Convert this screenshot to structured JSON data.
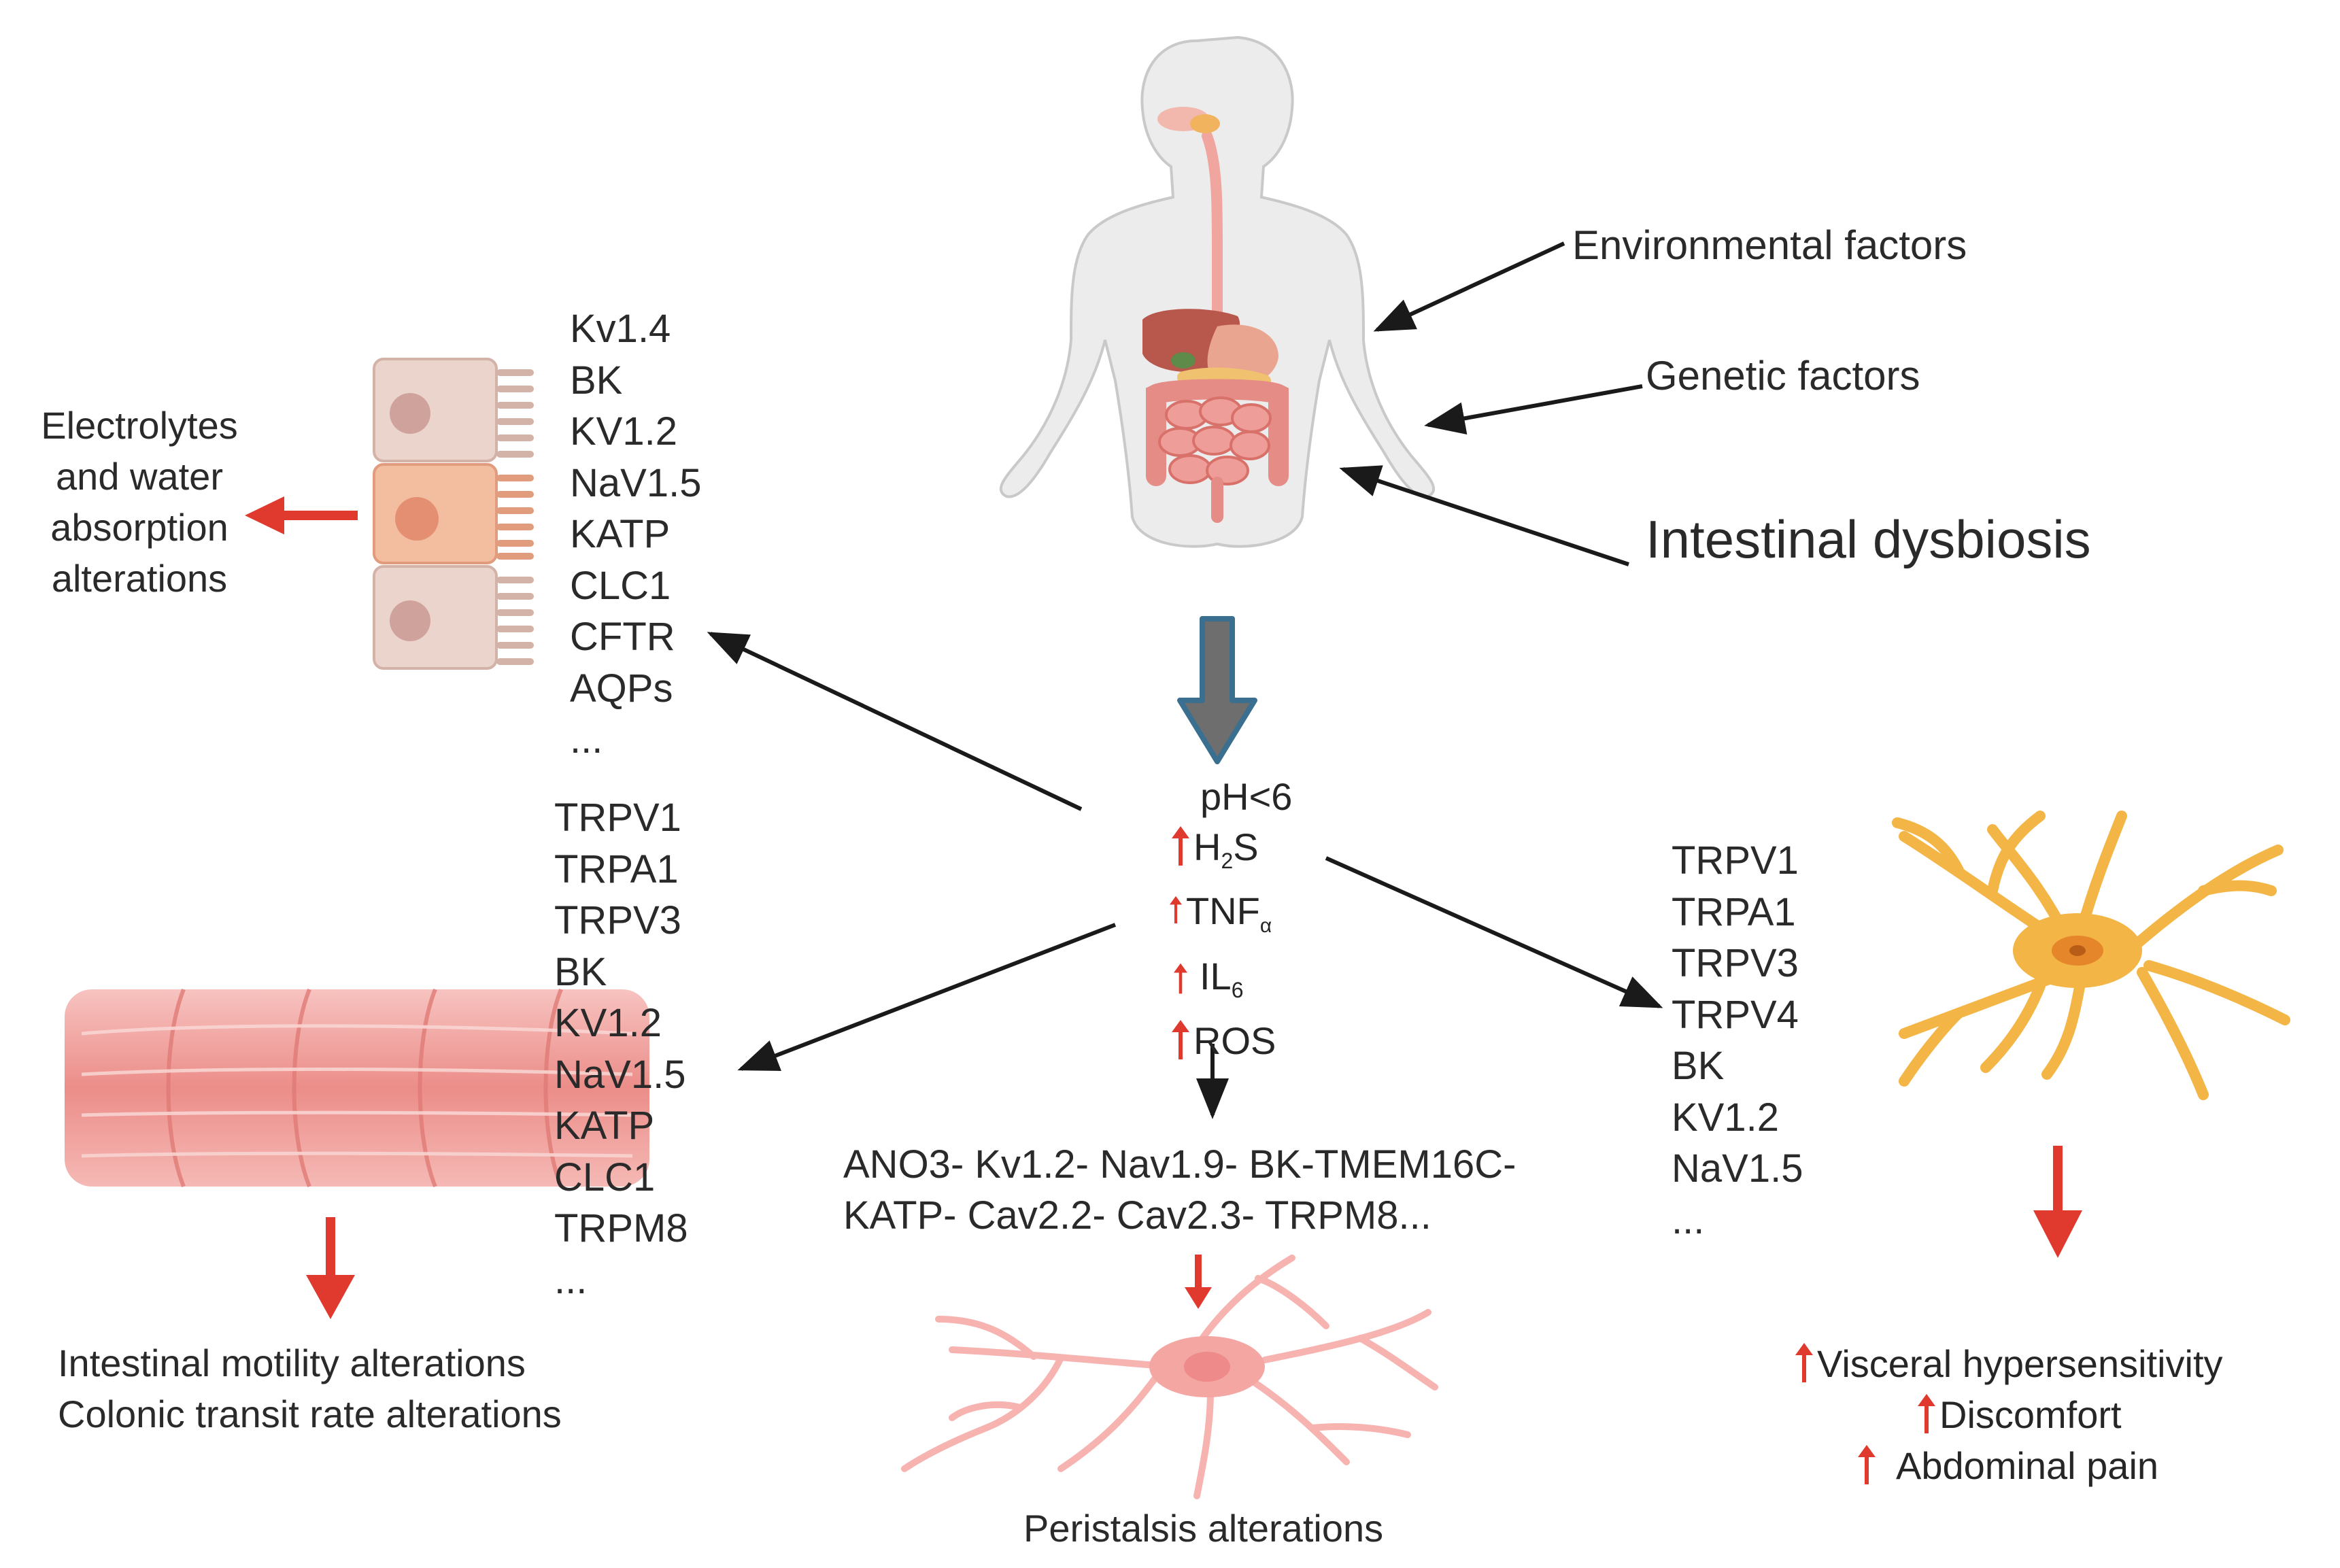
{
  "factors": {
    "environmental": "Environmental factors",
    "genetic": "Genetic factors",
    "dysbiosis": "Intestinal dysbiosis"
  },
  "epithelium": {
    "channels": [
      "Kv1.4",
      "BK",
      "KV1.2",
      "NaV1.5",
      "KATP",
      "CLC1",
      "CFTR",
      "AQPs",
      "..."
    ],
    "outcome": [
      "Electrolytes",
      "and water",
      "absorption",
      "alterations"
    ]
  },
  "mediators": {
    "ph": "pH<6",
    "h2s_main": "H",
    "h2s_sub": "2",
    "h2s_tail": "S",
    "tnf_main": "TNF",
    "tnf_sub": "α",
    "il_main": "IL",
    "il_sub": "6",
    "ros": "ROS"
  },
  "smooth_muscle": {
    "channels": [
      "TRPV1",
      "TRPA1",
      "TRPV3",
      "BK",
      "KV1.2",
      "NaV1.5",
      "KATP",
      "CLC1",
      "TRPM8",
      "..."
    ],
    "outcome": [
      "Intestinal motility alterations",
      "Colonic transit rate alterations"
    ]
  },
  "enteric_neuron": {
    "channels_line1": "ANO3- Kv1.2- Nav1.9- BK-TMEM16C-",
    "channels_line2": "KATP- Cav2.2- Cav2.3- TRPM8...",
    "outcome": "Peristalsis alterations"
  },
  "sensory_neuron": {
    "channels": [
      "TRPV1",
      "TRPA1",
      "TRPV3",
      "TRPV4",
      "BK",
      "KV1.2",
      "NaV1.5",
      "..."
    ],
    "outcome": [
      "Visceral hypersensitivity",
      "Discomfort",
      "Abdominal pain"
    ]
  },
  "colors": {
    "red_arrow": "#e03a2f",
    "black_arrow": "#1a1a1a",
    "blue_arrow": "#3b6f8f",
    "grey_arrow": "#6e6e6e",
    "body": "#ececec",
    "gut": "#eb8f8b",
    "neuron_yellow": "#f3b545",
    "neuron_pink": "#f6b3b0",
    "cell_tan": "#e9cfc6",
    "cell_orange": "#f1b79c"
  }
}
